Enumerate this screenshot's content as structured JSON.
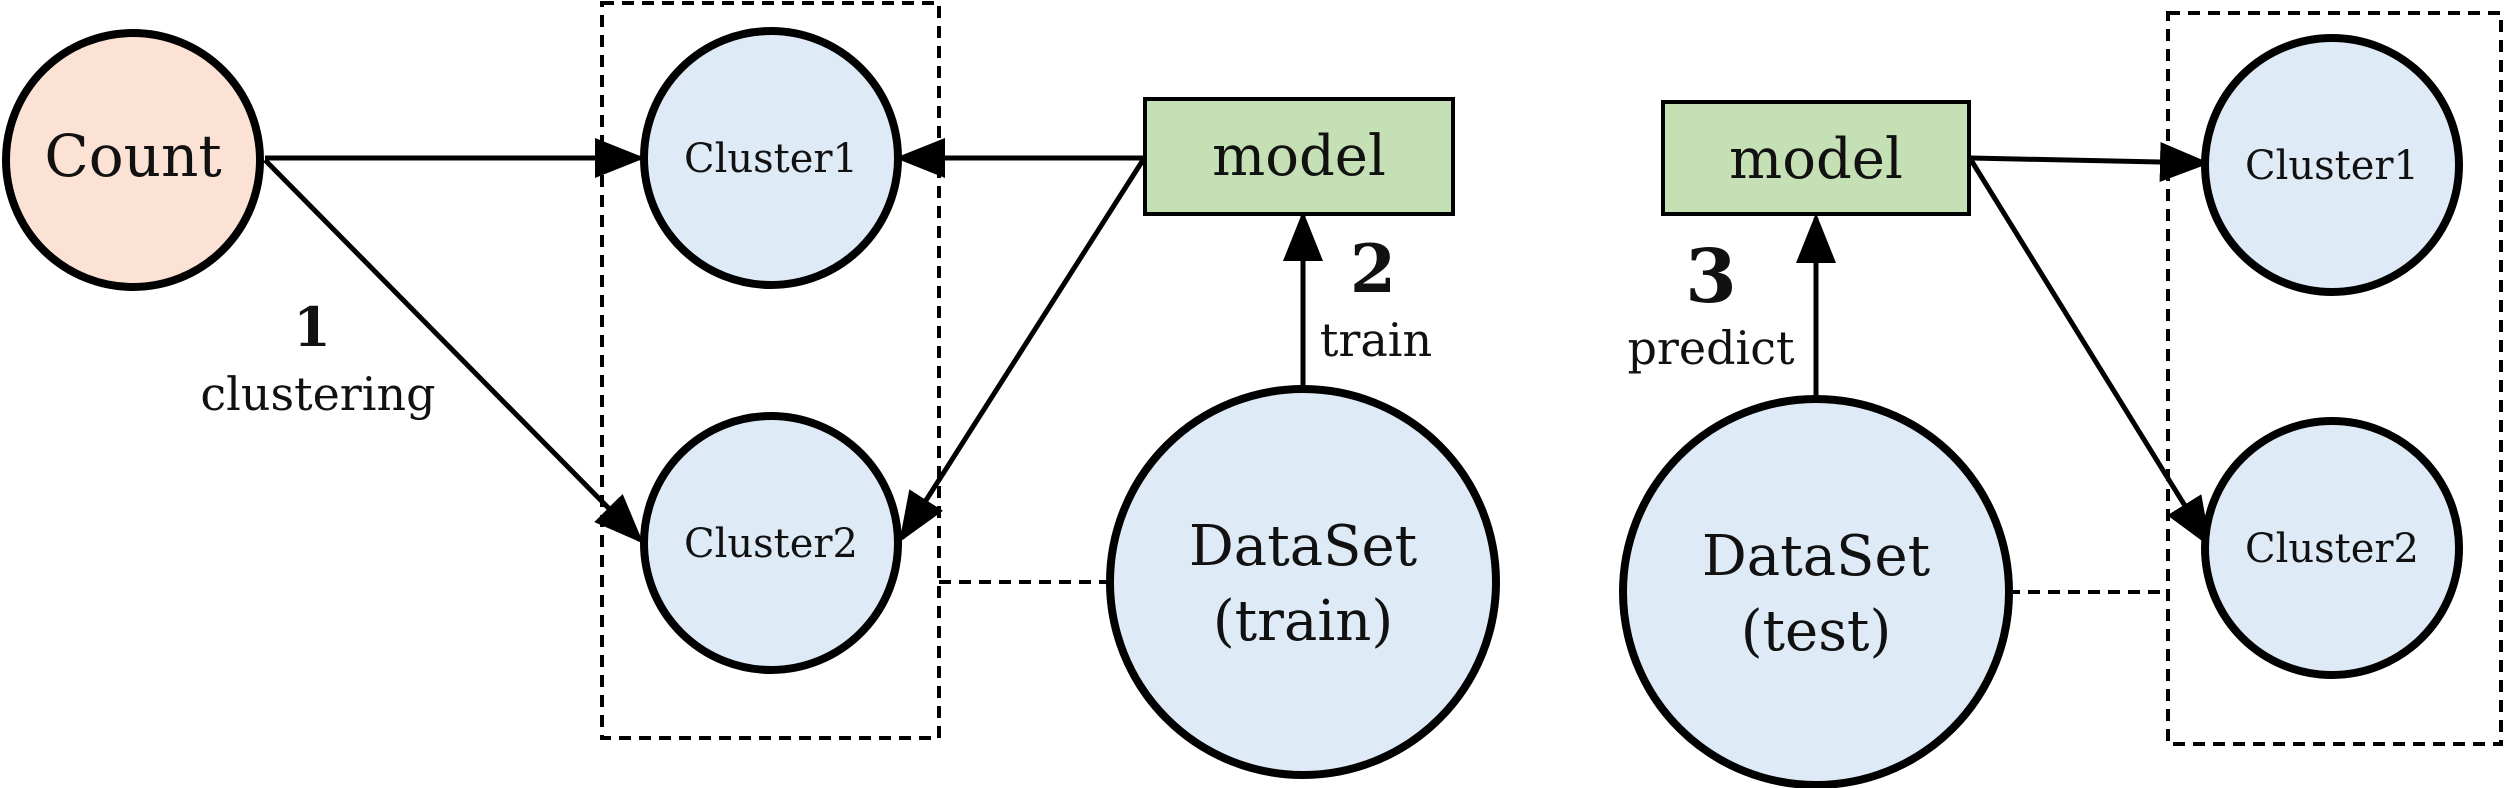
{
  "colors": {
    "count_fill": "#FBE2D5",
    "cluster_fill": "#DEEBF7",
    "dataset_fill": "#DEEBF7",
    "model_fill": "#C5E0B4",
    "stroke": "#000000"
  },
  "nodes": {
    "count": "Count",
    "left_cluster1": "Cluster1",
    "left_cluster2": "Cluster2",
    "left_model": "model",
    "dataset_train_line1": "DataSet",
    "dataset_train_line2": "(train)",
    "right_model": "model",
    "dataset_test_line1": "DataSet",
    "dataset_test_line2": "(test)",
    "right_cluster1": "Cluster1",
    "right_cluster2": "Cluster2"
  },
  "steps": [
    {
      "number": "1",
      "label": "clustering"
    },
    {
      "number": "2",
      "label": "train"
    },
    {
      "number": "3",
      "label": "predict"
    }
  ]
}
